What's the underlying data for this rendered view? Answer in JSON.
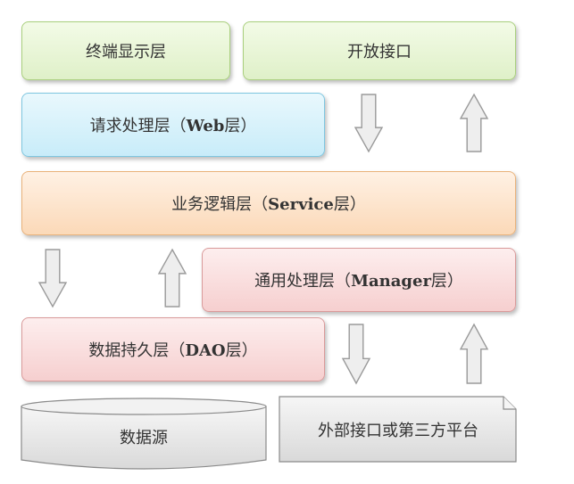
{
  "layers": {
    "terminal": "终端显示层",
    "open_api": "开放接口",
    "web_prefix": "请求处理层（",
    "web_en": "Web",
    "web_suffix": "层）",
    "service_prefix": "业务逻辑层（",
    "service_en": "Service",
    "service_suffix": "层）",
    "manager_prefix": "通用处理层（",
    "manager_en": "Manager",
    "manager_suffix": "层）",
    "dao_prefix": "数据持久层（",
    "dao_en": "DAO",
    "dao_suffix": "层）",
    "datasource": "数据源",
    "external": "外部接口或第三方平台"
  },
  "colors": {
    "green": "#dff0c8",
    "blue": "#c8ecf9",
    "orange": "#fbd9b8",
    "red": "#f6cfcf",
    "gray": "#e6e6e6"
  },
  "arrows": [
    {
      "name": "arrow-down-openapi-web",
      "direction": "down"
    },
    {
      "name": "arrow-up-openapi",
      "direction": "up"
    },
    {
      "name": "arrow-down-service-dao",
      "direction": "down"
    },
    {
      "name": "arrow-up-manager-service",
      "direction": "up"
    },
    {
      "name": "arrow-down-manager-external",
      "direction": "down"
    },
    {
      "name": "arrow-up-external-manager",
      "direction": "up"
    }
  ]
}
